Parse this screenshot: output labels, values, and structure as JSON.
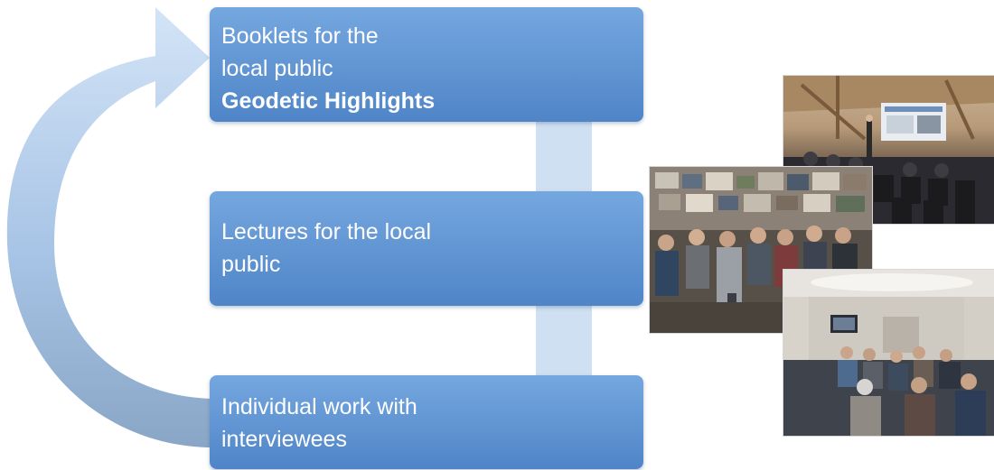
{
  "diagram": {
    "boxes": [
      {
        "line1": "Booklets for the",
        "line2": "local public",
        "line3": "Geodetic Highlights"
      },
      {
        "line1": "Lectures for the local",
        "line2": "public"
      },
      {
        "line1": "Individual work with",
        "line2": "interviewees"
      }
    ],
    "colors": {
      "box_fill": "#5b8fd1",
      "down_arrow": "#c9dcf1",
      "cycle_arrow": "#a9c4e6"
    }
  },
  "photos": [
    {
      "name": "lecture-hall-photo"
    },
    {
      "name": "museum-audience-photo"
    },
    {
      "name": "meeting-room-photo"
    }
  ]
}
